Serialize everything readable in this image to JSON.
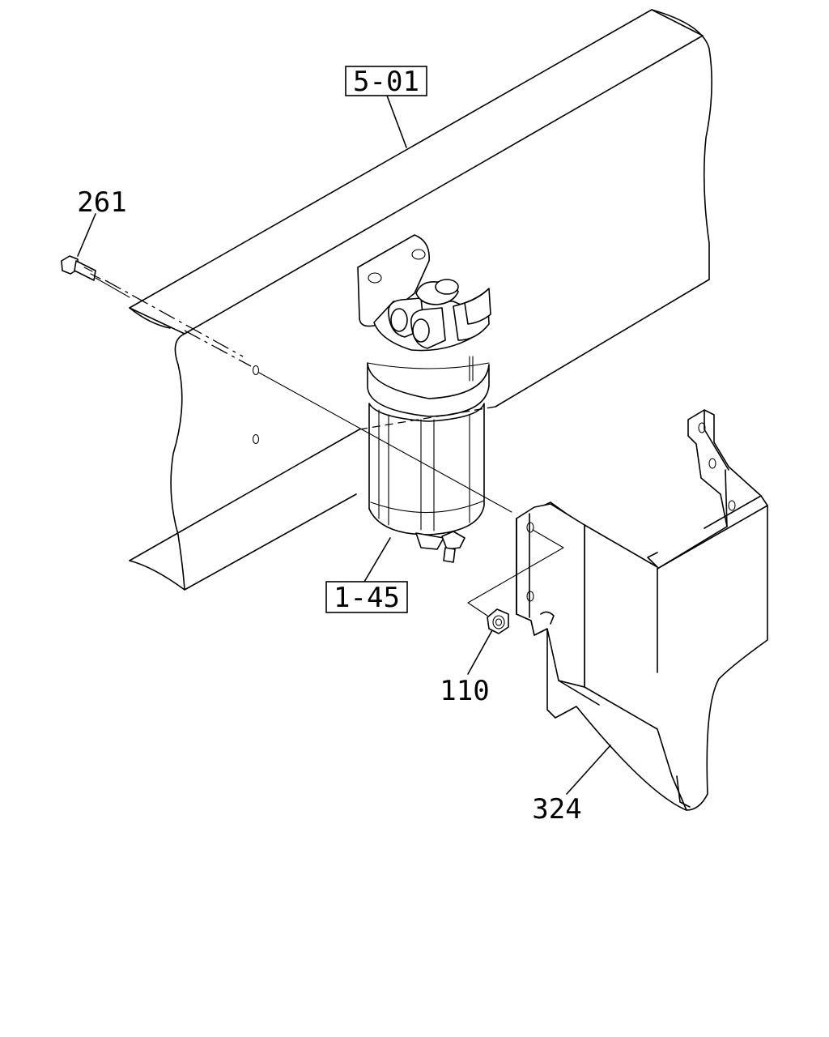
{
  "diagram": {
    "callouts": [
      {
        "id": "frame",
        "text": "5-01",
        "boxed": true
      },
      {
        "id": "bolt",
        "text": "261",
        "boxed": false
      },
      {
        "id": "filter",
        "text": "1-45",
        "boxed": true
      },
      {
        "id": "nut",
        "text": "110",
        "boxed": false
      },
      {
        "id": "bracket",
        "text": "324",
        "boxed": false
      }
    ]
  }
}
